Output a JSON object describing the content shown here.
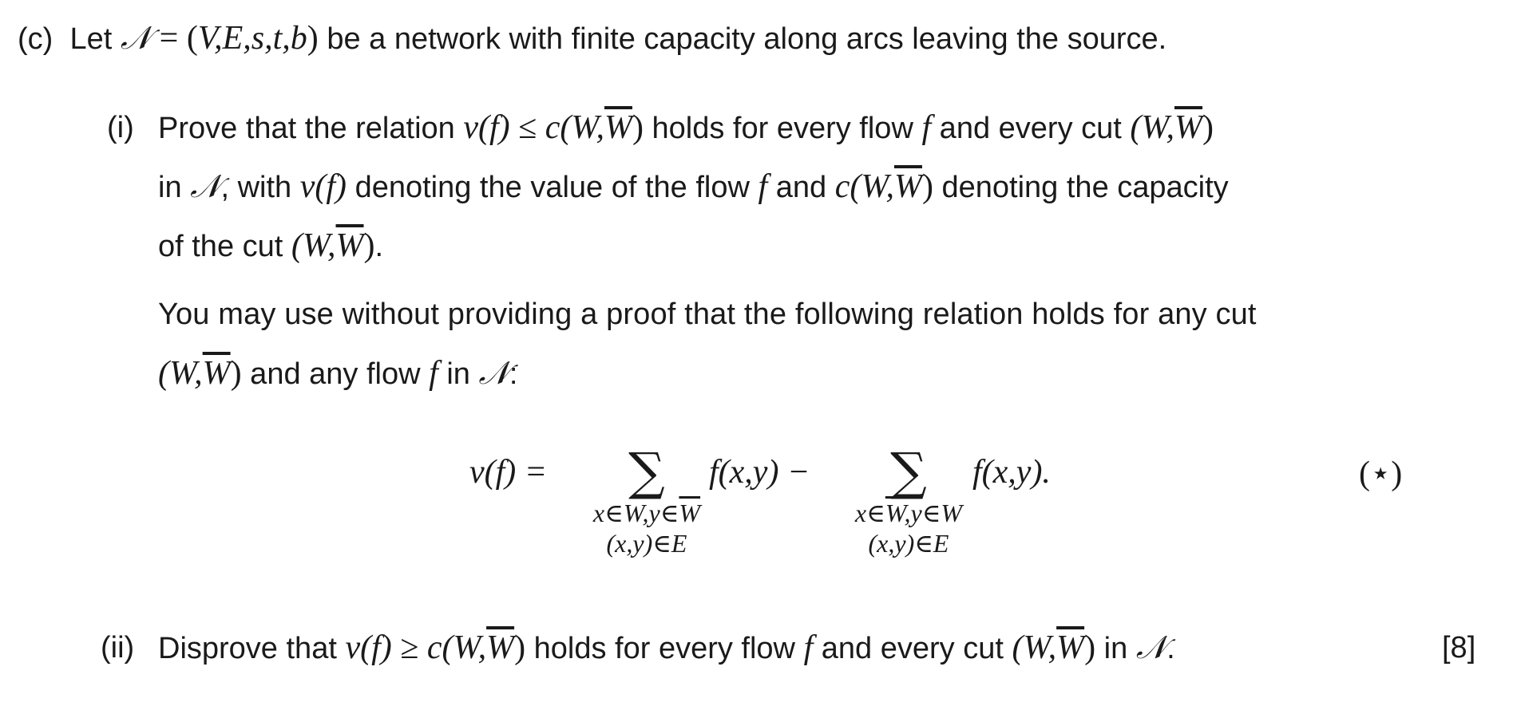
{
  "part_c": {
    "label": "(c)",
    "text_a": "Let",
    "net": "𝒩",
    "eq": " = (",
    "tuple": "V,E,s,t,b",
    "close": ")",
    "text_b": " be a network with finite capacity along arcs leaving the source."
  },
  "part_i": {
    "label": "(i)",
    "l1_a": "Prove that the relation ",
    "vf": "v(f)",
    "le": " ≤ ",
    "c_open": "c(W,",
    "Wbar": "W",
    "paren_close": ")",
    "l1_b": " holds for every flow ",
    "f": "f",
    "l1_c": " and every cut ",
    "cut_open": "(W,",
    "l2_a": "in ",
    "net": "𝒩",
    "l2_b": ", with ",
    "l2_c": " denoting the value of the flow ",
    "l2_d": " and ",
    "l2_e": " denoting the capacity",
    "l3_a": "of the cut ",
    "l3_b": ".",
    "p2_l1": "You may use without providing a proof that the following relation holds for any cut",
    "p2_l2_a": " and any flow ",
    "p2_l2_b": " in ",
    "p2_l2_c": ":"
  },
  "equation": {
    "lhs": "v(f) =",
    "sigma": "∑",
    "sum1_sub1_a": "x∈W,y∈",
    "sum1_sub1_b": "W",
    "sum1_sub2": "(x,y)∈E",
    "term1": "f(x,y) −",
    "sum2_sub1_a": "x∈",
    "sum2_sub1_b": "W",
    "sum2_sub1_c": ",y∈W",
    "sum2_sub2": "(x,y)∈E",
    "term2": "f(x,y).",
    "tag": "(⋆)"
  },
  "part_ii": {
    "label": "(ii)",
    "a": "Disprove that ",
    "vf": "v(f)",
    "ge": " ≥ ",
    "c_open": "c(W,",
    "Wbar": "W",
    "paren_close": ")",
    "b": " holds for every flow ",
    "f": "f",
    "c": " and every cut ",
    "cut_open": "(W,",
    "d": " in ",
    "net": "𝒩",
    "e": ".",
    "marks": "[8]"
  }
}
